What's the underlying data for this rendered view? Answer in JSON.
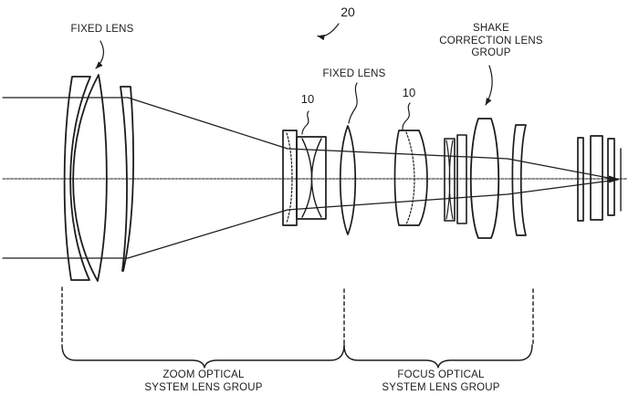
{
  "figure": {
    "reference_numbers": {
      "system": "20",
      "lens_group_first": "10",
      "lens_group_second": "10"
    },
    "labels": {
      "front_fixed_lens": "FIXED LENS",
      "middle_fixed_lens": "FIXED LENS",
      "shake_correction": {
        "line1": "SHAKE",
        "line2": "CORRECTION LENS",
        "line3": "GROUP"
      },
      "zoom_group": {
        "line1": "ZOOM OPTICAL",
        "line2": "SYSTEM LENS GROUP"
      },
      "focus_group": {
        "line1": "FOCUS OPTICAL",
        "line2": "SYSTEM LENS GROUP"
      }
    },
    "colors": {
      "ink": "#1c1c1c",
      "background": "#ffffff"
    }
  }
}
